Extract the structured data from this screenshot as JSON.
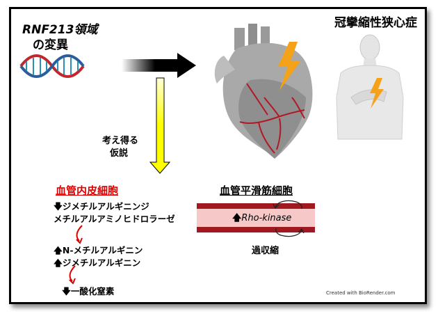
{
  "gene": {
    "line1": "RNF213領域",
    "line2": "の変異",
    "icon": "dna-helix-icon"
  },
  "disease": {
    "title": "冠攣縮性狭心症",
    "icons": [
      "heart-lightning-icon",
      "person-chest-pain-icon"
    ]
  },
  "hypothesis": {
    "line1": "考え得る",
    "line2": "仮説"
  },
  "endothelium": {
    "title": "血管内皮細胞",
    "items": [
      {
        "arrow": "down",
        "text": "ジメチルアルギニンジ"
      },
      {
        "arrow": "none",
        "text": "メチルアルアミノヒドロラーゼ"
      },
      {
        "arrow": "up",
        "text": "N-メチルアルギニン"
      },
      {
        "arrow": "up",
        "text": "ジメチルアルギニン"
      },
      {
        "arrow": "down",
        "text": "一酸化窒素"
      }
    ]
  },
  "smooth_muscle": {
    "title": "血管平滑筋細胞",
    "vessel_label": "Rho-kinase",
    "contraction_label": "過収縮"
  },
  "credit": "Created with BioRender.com",
  "colors": {
    "red_title": "#e00000",
    "yellow_arrow": "#ffff00",
    "vessel_red": "#a01820",
    "vessel_pink": "#f7c8c8",
    "lightning": "#f5a21b"
  }
}
